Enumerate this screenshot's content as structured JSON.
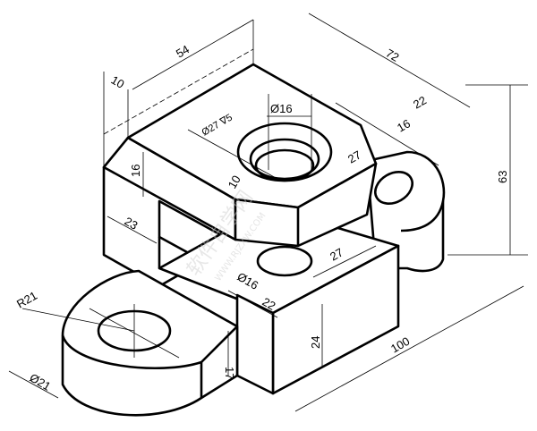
{
  "drawing": {
    "dimensions": {
      "d54": "54",
      "d72": "72",
      "d10_top": "10",
      "d22_right": "22",
      "d16_right": "16",
      "d63": "63",
      "hole_top": "Ø16",
      "counterbore": "Ø27 ∇5",
      "d27_top": "27",
      "d10_mid": "10",
      "d16_left": "16",
      "d23": "23",
      "d27_low": "27",
      "hole_low": "Ø16",
      "d22_low": "22",
      "d24": "24",
      "d100": "100",
      "r21": "R21",
      "dia21": "Ø21",
      "d17": "17"
    },
    "watermark": "软件自学网",
    "watermark_url": "WWW.RJZXW.COM"
  }
}
